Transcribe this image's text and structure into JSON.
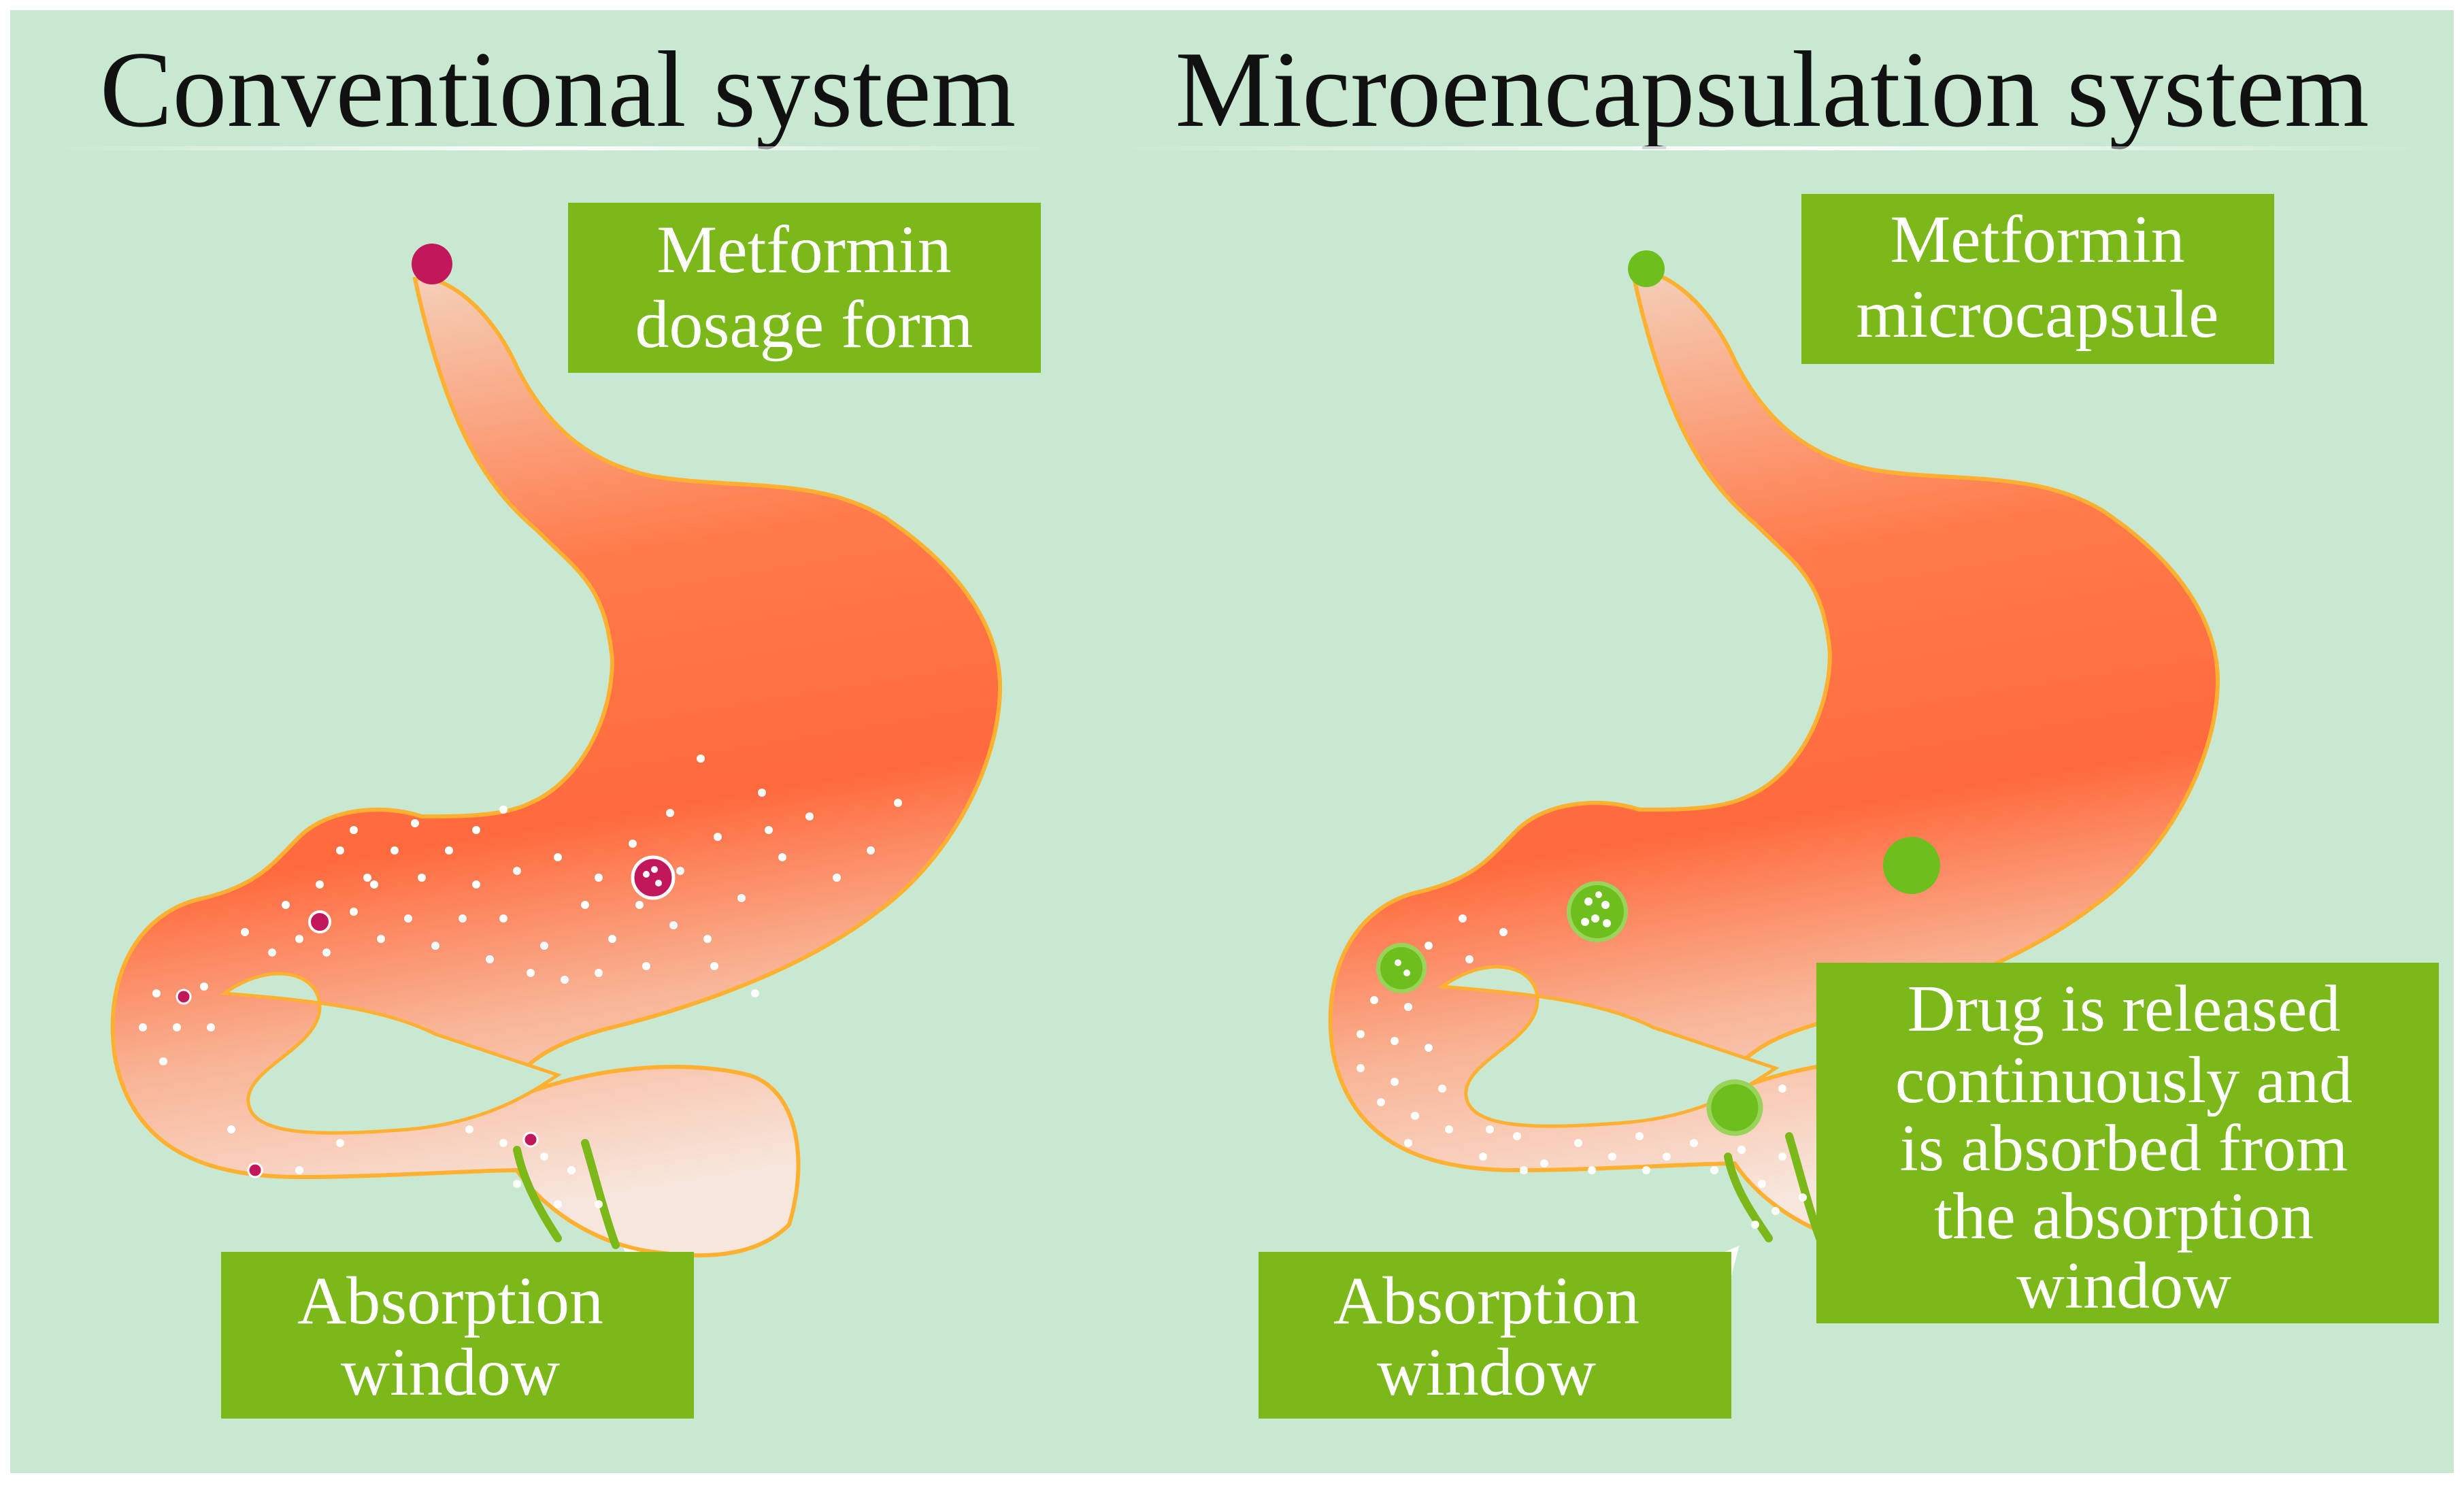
{
  "panels": [
    {
      "title": "Conventional system",
      "dose_label": [
        "Metformin",
        "dosage form"
      ],
      "window_label": [
        "Absorption",
        "window"
      ]
    },
    {
      "title": "Microencapsulation system",
      "dose_label": [
        "Metformin",
        "microcapsule"
      ],
      "window_label": [
        "Absorption",
        "window"
      ],
      "release_label": [
        "Drug is released",
        "continuously and",
        "is absorbed from",
        "the absorption",
        "window"
      ]
    }
  ],
  "colors": {
    "background": "#c9e8d2",
    "label_box": "#7bb81a",
    "label_text": "#ffffff",
    "stomach_main": "#ff6a3d",
    "stomach_pale": "#f6dccf",
    "stomach_outline": "#ffb030",
    "conventional_drug": "#c2185b",
    "microcapsule": "#6cbf1c",
    "absorption_window": "#7bb81a",
    "title_text": "#111111"
  }
}
